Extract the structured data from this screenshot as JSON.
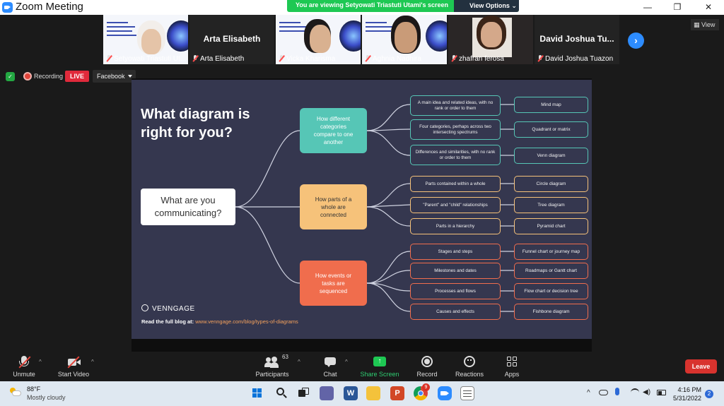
{
  "window": {
    "title": "Zoom Meeting",
    "banner_text": "You are viewing Setyowati Triastuti Utami's screen",
    "view_options": "View Options",
    "controls": [
      "—",
      "❐",
      "✕"
    ]
  },
  "gallery": {
    "participants": [
      {
        "name": "Setyowati Triastuti Ut...",
        "video": "slide"
      },
      {
        "name": "Arta Elisabeth",
        "video": "off",
        "big_label": "Arta Elisabeth"
      },
      {
        "name": "Vicka Kharisma",
        "video": "slide"
      },
      {
        "name": "Aghnia Nadhira",
        "video": "slide"
      },
      {
        "name": "zhafran ferosa",
        "video": "photo"
      },
      {
        "name": "David Joshua Tuazon",
        "video": "off",
        "big_label": "David Joshua Tu..."
      }
    ],
    "next_glyph": "›",
    "view_label": "View"
  },
  "status": {
    "recording_label": "Recording",
    "live_label": "LIVE",
    "stream_target": "Facebook"
  },
  "slide": {
    "heading": "What diagram is right for you?",
    "question": "What are you communicating?",
    "categories": [
      {
        "label": "How different categories compare to one another",
        "color": "#56c6b6"
      },
      {
        "label": "How parts of a whole are connected",
        "color": "#f6c27a"
      },
      {
        "label": "How events or tasks are sequenced",
        "color": "#f06d4d"
      }
    ],
    "rows": [
      {
        "desc": "A main idea and related ideas, with no rank or order to them",
        "type": "Mind map",
        "group": 0
      },
      {
        "desc": "Four categories, perhaps across two intersecting spectrums",
        "type": "Quadrant or matrix",
        "group": 0
      },
      {
        "desc": "Differences and similarities, with no rank or order to them",
        "type": "Venn diagram",
        "group": 0
      },
      {
        "desc": "Parts contained within a whole",
        "type": "Circle diagram",
        "group": 1
      },
      {
        "desc": "\"Parent\" and \"child\" relationships",
        "type": "Tree diagram",
        "group": 1
      },
      {
        "desc": "Parts in a hierarchy",
        "type": "Pyramid chart",
        "group": 1
      },
      {
        "desc": "Stages and steps",
        "type": "Funnel chart or journey map",
        "group": 2
      },
      {
        "desc": "Milestones and dates",
        "type": "Roadmaps or Gantt chart",
        "group": 2
      },
      {
        "desc": "Processes and flows",
        "type": "Flow chart or decision tree",
        "group": 2
      },
      {
        "desc": "Causes and effects",
        "type": "Fishbone diagram",
        "group": 2
      }
    ],
    "group_border_colors": [
      "#56c6b6",
      "#f6c27a",
      "#f06d4d"
    ],
    "brand": "VENNGAGE",
    "blog_prefix": "Read the full blog at: ",
    "blog_url": "www.venngage.com/blog/types-of-diagrams"
  },
  "toolbar": {
    "unmute": "Unmute",
    "start_video": "Start Video",
    "participants": "Participants",
    "participant_count": "63",
    "chat": "Chat",
    "share_screen": "Share Screen",
    "record": "Record",
    "reactions": "Reactions",
    "apps": "Apps",
    "leave": "Leave"
  },
  "taskbar": {
    "temperature": "88°F",
    "weather": "Mostly cloudy",
    "time": "4:16 PM",
    "date": "5/31/2022",
    "notifications": "2",
    "chrome_badge": "9",
    "apps": [
      "windows-start",
      "search",
      "task-view",
      "teams-chat",
      "word",
      "file-explorer",
      "powerpoint",
      "chrome",
      "zoom",
      "notepad"
    ]
  }
}
